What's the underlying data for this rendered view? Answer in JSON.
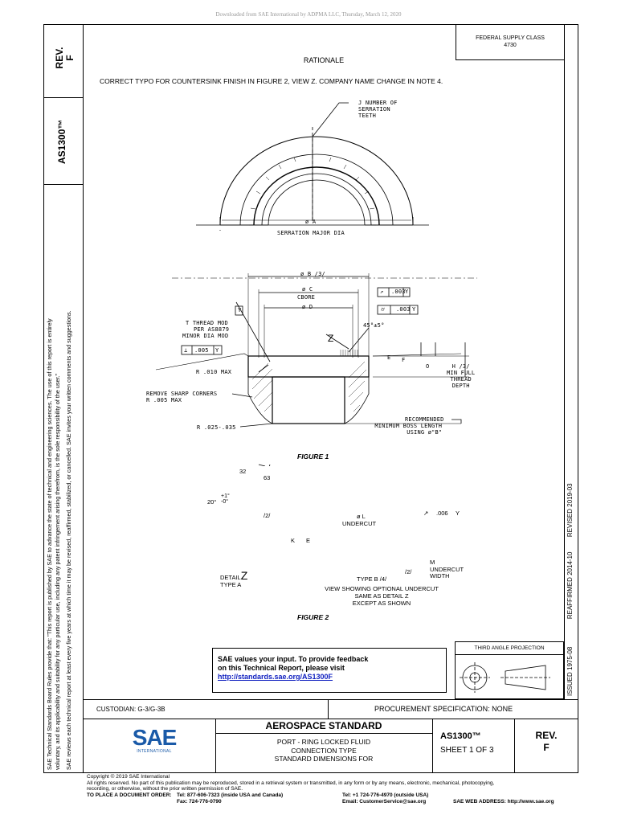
{
  "download_note": "Downloaded from SAE International by ADPMA LLC, Thursday, March 12, 2020",
  "side": {
    "rev_label": "REV.",
    "rev_value": "F",
    "doc_id": "AS1300™",
    "rules_line1": "SAE Technical Standards Board Rules provide that: \"This report is published by SAE to advance the state of technical and engineering sciences. The use of this report is entirely",
    "rules_line2": "voluntary, and its applicability and suitability for any particular use, including any patent infringement arising therefrom, is the sole responsibility of the user.\"",
    "rules_line3": "SAE reviews each technical report at least every five years at which time it may be revised, reaffirmed, stabilized, or cancelled. SAE invites your written comments and suggestions."
  },
  "right_strip": {
    "issued": "ISSUED 1975-08",
    "reaffirmed": "REAFFIRMED 2014-10",
    "revised": "REVISED 2019-03"
  },
  "federal_supply": {
    "label": "FEDERAL SUPPLY CLASS",
    "value": "4730"
  },
  "rationale": {
    "title": "RATIONALE",
    "text": "CORRECT TYPO FOR COUNTERSINK FINISH IN FIGURE 2, VIEW Z. COMPANY NAME CHANGE IN NOTE 4."
  },
  "figure1": {
    "caption": "FIGURE 1",
    "j_label_1": "J NUMBER OF",
    "j_label_2": "SERRATION",
    "j_label_3": "TEETH",
    "dia_a": "ø A",
    "serration": "SERRATION MAJOR DIA",
    "dia_b": "ø B /3/",
    "dia_c": "ø C",
    "cbore": "CBORE",
    "dia_d": "ø D",
    "tol1_sym": "↗",
    "tol1_val": ".003",
    "tol1_ref": "Y",
    "tol2_sym": "⌭",
    "tol2_val": ".003",
    "tol2_ref": "Y",
    "datum_y": "Y",
    "thread_1": "T THREAD MOD",
    "thread_2": "PER AS8879",
    "thread_3": "MINOR DIA MOD",
    "perp_sym": "⊥",
    "perp_val": ".005",
    "perp_ref": "Y",
    "angle": "45°±5°",
    "z_label": "Z",
    "e_label": "E",
    "f_label": "F",
    "o_label": "O",
    "h_label": "H /3/",
    "h_2": "MIN FULL",
    "h_3": "THREAD",
    "h_4": "DEPTH",
    "r010": "R .010 MAX",
    "remove_1": "REMOVE SHARP CORNERS",
    "remove_2": "R .005 MAX",
    "r025": "R .025-.035",
    "rec_1": "RECOMMENDED",
    "rec_2": "MINIMUM BOSS LENGTH",
    "rec_3": "USING ø\"B\""
  },
  "figure2": {
    "caption": "FIGURE 2",
    "f32": "32",
    "f63": "63",
    "angle": "20°",
    "tol_plus": "+1°",
    "tol_minus": "-0°",
    "note2a": "/2/",
    "k_label": "K",
    "e_label": "E",
    "detail": "DETAIL",
    "detail_z": "Z",
    "type_a": "TYPE  A",
    "dia_l": "ø L",
    "undercut": "UNDERCUT",
    "tol_sym": "↗",
    "tol_val": ".006",
    "tol_ref": "Y",
    "m_label": "M",
    "undercut_w1": "UNDERCUT",
    "undercut_w2": "WIDTH",
    "note2b": "/2/",
    "type_b": "TYPE B  /4/",
    "view_1": "VIEW SHOWING OPTIONAL UNDERCUT",
    "view_2": "SAME AS DETAIL  Z",
    "view_3": "EXCEPT AS SHOWN"
  },
  "sae_box": {
    "line1": "SAE values your input. To provide feedback",
    "line2": "on this Technical Report, please visit",
    "link": "http://standards.sae.org/AS1300F"
  },
  "projection": {
    "title": "THIRD ANGLE PROJECTION"
  },
  "title_block": {
    "custodian": "CUSTODIAN: G-3/G-3B",
    "procurement": "PROCUREMENT SPECIFICATION: NONE",
    "logo": "SAE",
    "logo_sub": "INTERNATIONAL",
    "standard": "AEROSPACE STANDARD",
    "title_1": "PORT - RING LOCKED FLUID",
    "title_2": "CONNECTION TYPE",
    "title_3": "STANDARD DIMENSIONS FOR",
    "doc_id": "AS1300™",
    "sheet": "SHEET 1 OF 3",
    "rev_label": "REV.",
    "rev_value": "F"
  },
  "footer": {
    "copyright": "Copyright © 2019 SAE International",
    "rights_1": "All rights reserved. No part of this publication may be reproduced, stored in a retrieval system or transmitted, in any form or by any means, electronic, mechanical, photocopying,",
    "rights_2": "recording, or otherwise, without the prior written permission of SAE.",
    "order_label": "TO PLACE A DOCUMENT ORDER:",
    "tel1": "Tel:   877-606-7323 (inside USA and Canada)",
    "fax": "Fax:  724-776-0790",
    "tel2": "Tel:    +1 724-776-4970 (outside USA)",
    "email": "Email:  CustomerService@sae.org",
    "web": "SAE WEB ADDRESS:  http://www.sae.org"
  }
}
